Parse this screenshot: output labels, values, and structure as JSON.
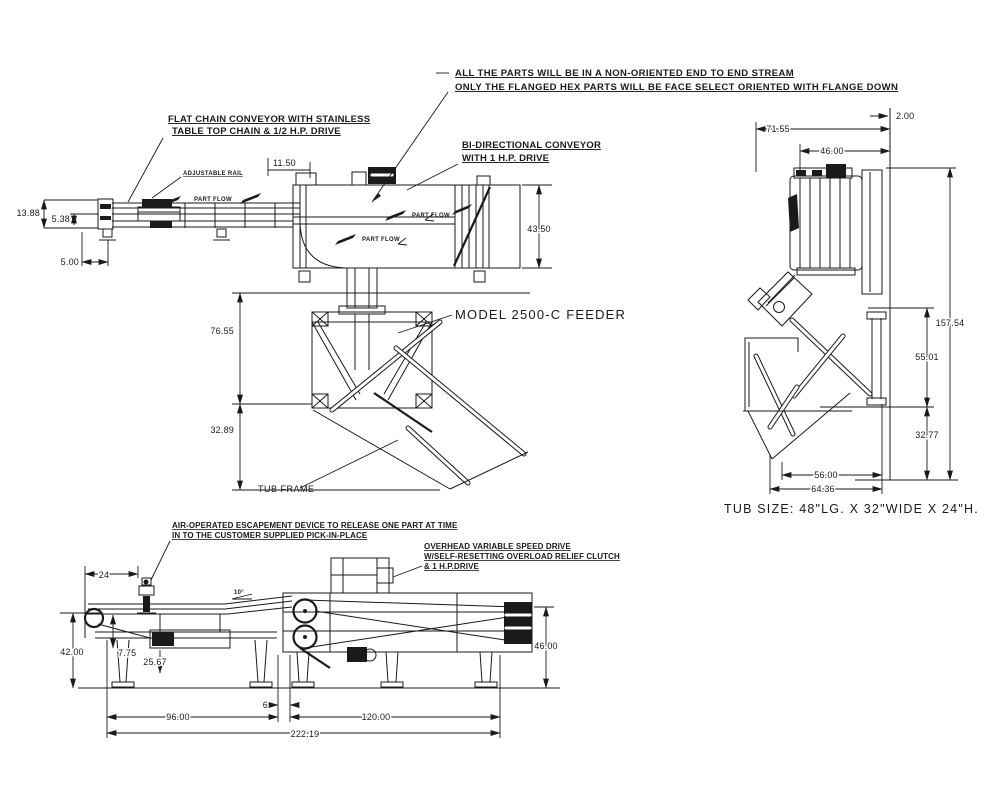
{
  "drawing": {
    "title": "MODEL 2500-C FEEDER general arrangement drawing",
    "notes": [
      "ALL THE PARTS WILL BE IN A NON-ORIENTED END TO END STREAM",
      "ONLY  THE FLANGED HEX PARTS WILL BE FACE SELECT ORIENTED WITH FLANGE DOWN"
    ],
    "labels": {
      "flat_chain": [
        "FLAT CHAIN CONVEYOR WITH STAINLESS",
        "TABLE TOP CHAIN & 1/2 H.P. DRIVE"
      ],
      "adjustable_rail": "ADJUSTABLE RAIL",
      "part_flow": "PART FLOW",
      "bi_directional": [
        "BI-DIRECTIONAL CONVEYOR",
        "WITH 1 H.P. DRIVE"
      ],
      "model": "MODEL 2500-C FEEDER",
      "tub_frame": "TUB FRAME",
      "tub_size": "TUB SIZE: 48\"LG. X 32\"WIDE X 24\"H.",
      "escapement": [
        "AIR-OPERATED ESCAPEMENT DEVICE TO RELEASE ONE PART AT TIME",
        "IN TO THE CUSTOMER SUPPLIED PICK-IN-PLACE"
      ],
      "overhead_drive": [
        "OVERHEAD VARIABLE SPEED DRIVE",
        "W/SELF-RESETTING OVERLOAD RELIEF CLUTCH",
        "& 1 H.P.DRIVE"
      ]
    },
    "dims": {
      "front": {
        "end_height": "13.88",
        "rail_height": "5.38",
        "end_offset": "5.00",
        "top_offset": "11.50",
        "conveyor_height": "43.50",
        "hopper_height": "76.55",
        "frame_height": "32.89"
      },
      "side": {
        "overall_width": "71.55",
        "hopper_width": "46.00",
        "edge_offset": "2.00",
        "overall_height": "157.54",
        "stand_height": "55.01",
        "base_height": "32.77",
        "tub_width": "56.00",
        "base_width": "64.36"
      },
      "bottom": {
        "escapement_offset": "24",
        "deck_height": "42.00",
        "frame_depth": "7.75",
        "drive_height": "25.67",
        "feeder_height": "46.00",
        "conveyor_length": "96.00",
        "gap": "6",
        "feeder_length": "120.00",
        "overall_length": "222.19",
        "incline_angle": "10°"
      }
    },
    "colors": {
      "ink": "#1a1a1a",
      "paper": "#ffffff"
    }
  }
}
